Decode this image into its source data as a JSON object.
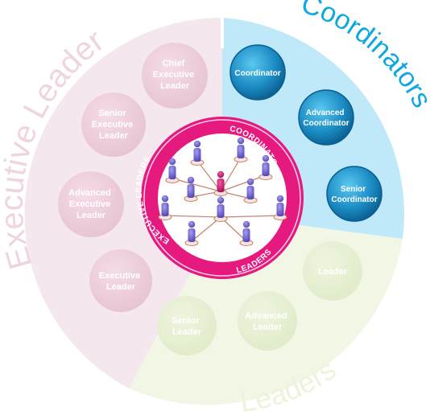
{
  "sections": {
    "executive_leaders": {
      "title": "Executive Leaders",
      "nodes": [
        {
          "lines": [
            "Chief",
            "Executive",
            "Leader"
          ]
        },
        {
          "lines": [
            "Senior",
            "Executive",
            "Leader"
          ]
        },
        {
          "lines": [
            "Advanced",
            "Executive",
            "Leader"
          ]
        },
        {
          "lines": [
            "Executive",
            "Leader"
          ]
        }
      ]
    },
    "coordinators": {
      "title": "Coordinators",
      "nodes": [
        {
          "lines": [
            "Coordinator"
          ]
        },
        {
          "lines": [
            "Advanced",
            "Coordinator"
          ]
        },
        {
          "lines": [
            "Senior",
            "Coordinator"
          ]
        }
      ]
    },
    "leaders": {
      "title": "Leaders",
      "nodes": [
        {
          "lines": [
            "Leader"
          ]
        },
        {
          "lines": [
            "Advanced",
            "Leader"
          ]
        },
        {
          "lines": [
            "Senior",
            "Leader"
          ]
        }
      ]
    }
  },
  "center_ring": {
    "top": "COORDINATORS",
    "left": "EXECUTIVE LEADERS",
    "bottom": "LEADERS"
  },
  "colors": {
    "executive_sector": "#f3e6ec",
    "executive_node": "#eeccd9",
    "executive_text": "#ffffff",
    "executive_title": "#efd3de",
    "coordinator_sector": "#bfe8f8",
    "coordinator_node": "#1593c7",
    "coordinator_title": "#0ea8e0",
    "leader_sector": "#f1f6e3",
    "leader_node": "#e7f0d4",
    "leader_title": "#eef3dc",
    "ring": "#e6197f",
    "person": "#7a6fd0",
    "person_center": "#d0126d"
  },
  "icons": [
    "person-icon"
  ]
}
